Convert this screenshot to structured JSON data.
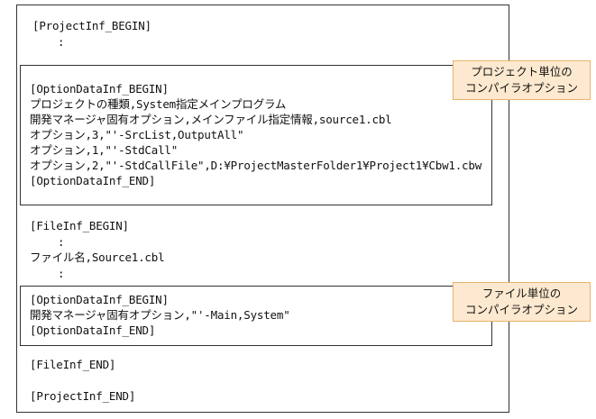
{
  "project_begin": "[ProjectInf_BEGIN]",
  "ellipsis": ":",
  "project_option_block": {
    "lines": [
      "[OptionDataInf_BEGIN]",
      "プロジェクトの種類,System指定メインプログラム",
      "開発マネージャ固有オプション,メインファイル指定情報,source1.cbl",
      "オプション,3,\"'-SrcList,OutputAll\"",
      "オプション,1,\"'-StdCall\"",
      "オプション,2,\"'-StdCallFile\",D:¥ProjectMasterFolder1¥Project1¥Cbw1.cbw",
      "[OptionDataInf_END]"
    ],
    "callout": "プロジェクト単位の\nコンパイラオプション"
  },
  "file_begin": "[FileInf_BEGIN]",
  "file_name_line": "ファイル名,Source1.cbl",
  "file_option_block": {
    "lines": [
      "[OptionDataInf_BEGIN]",
      "開発マネージャ固有オプション,\"'-Main,System\"",
      "[OptionDataInf_END]"
    ],
    "callout": "ファイル単位の\nコンパイラオプション"
  },
  "file_end": "[FileInf_END]",
  "project_end": "[ProjectInf_END]",
  "colors": {
    "callout_fill": "#fde9cf",
    "callout_border": "#e8b36d",
    "frame_border": "#333333"
  }
}
